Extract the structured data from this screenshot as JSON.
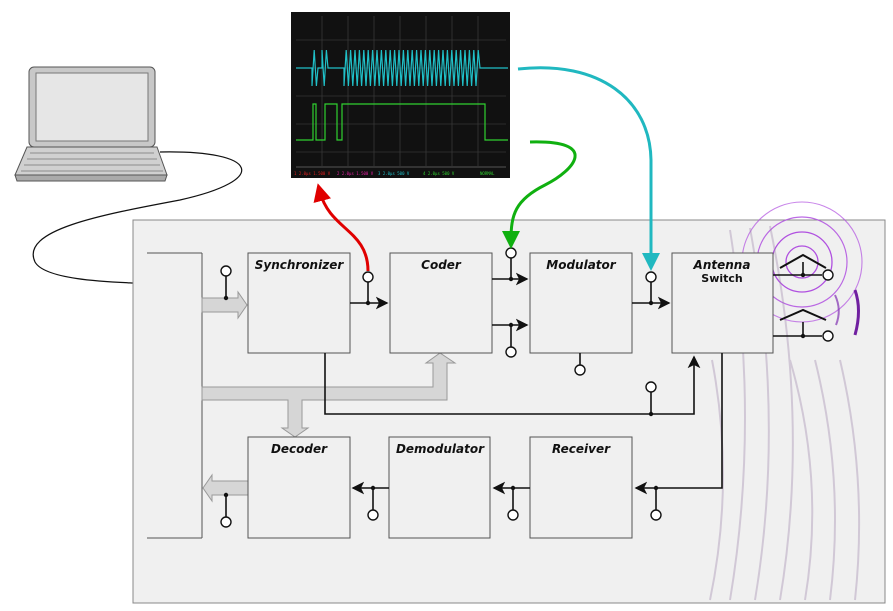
{
  "blocks": {
    "synchronizer": "Synchronizer",
    "coder": "Coder",
    "modulator": "Modulator",
    "antenna_switch_line1": "Antenna",
    "antenna_switch_line2": "Switch",
    "decoder": "Decoder",
    "demodulator": "Demodulator",
    "receiver": "Receiver"
  },
  "oscilloscope": {
    "status": [
      "1 2.0µs 1.500 V",
      "3 2.0µs 500 V",
      "2 2.0µs 1.500 V",
      "4 2.0µs 500 V",
      "NORMAL"
    ],
    "trace_colors": {
      "ch1": "#e02020",
      "ch2": "#20c0c8",
      "ch3": "#e020a0",
      "ch4": "#30d030"
    }
  },
  "colors": {
    "red_probe": "#e00000",
    "green_probe": "#10b010",
    "cyan_probe": "#20b8c0",
    "radio_waves": "#a040d0",
    "panel_bg": "#f0f0f0"
  },
  "icons": [
    "laptop-icon",
    "oscilloscope-icon",
    "antenna-icon",
    "test-point-icon"
  ]
}
